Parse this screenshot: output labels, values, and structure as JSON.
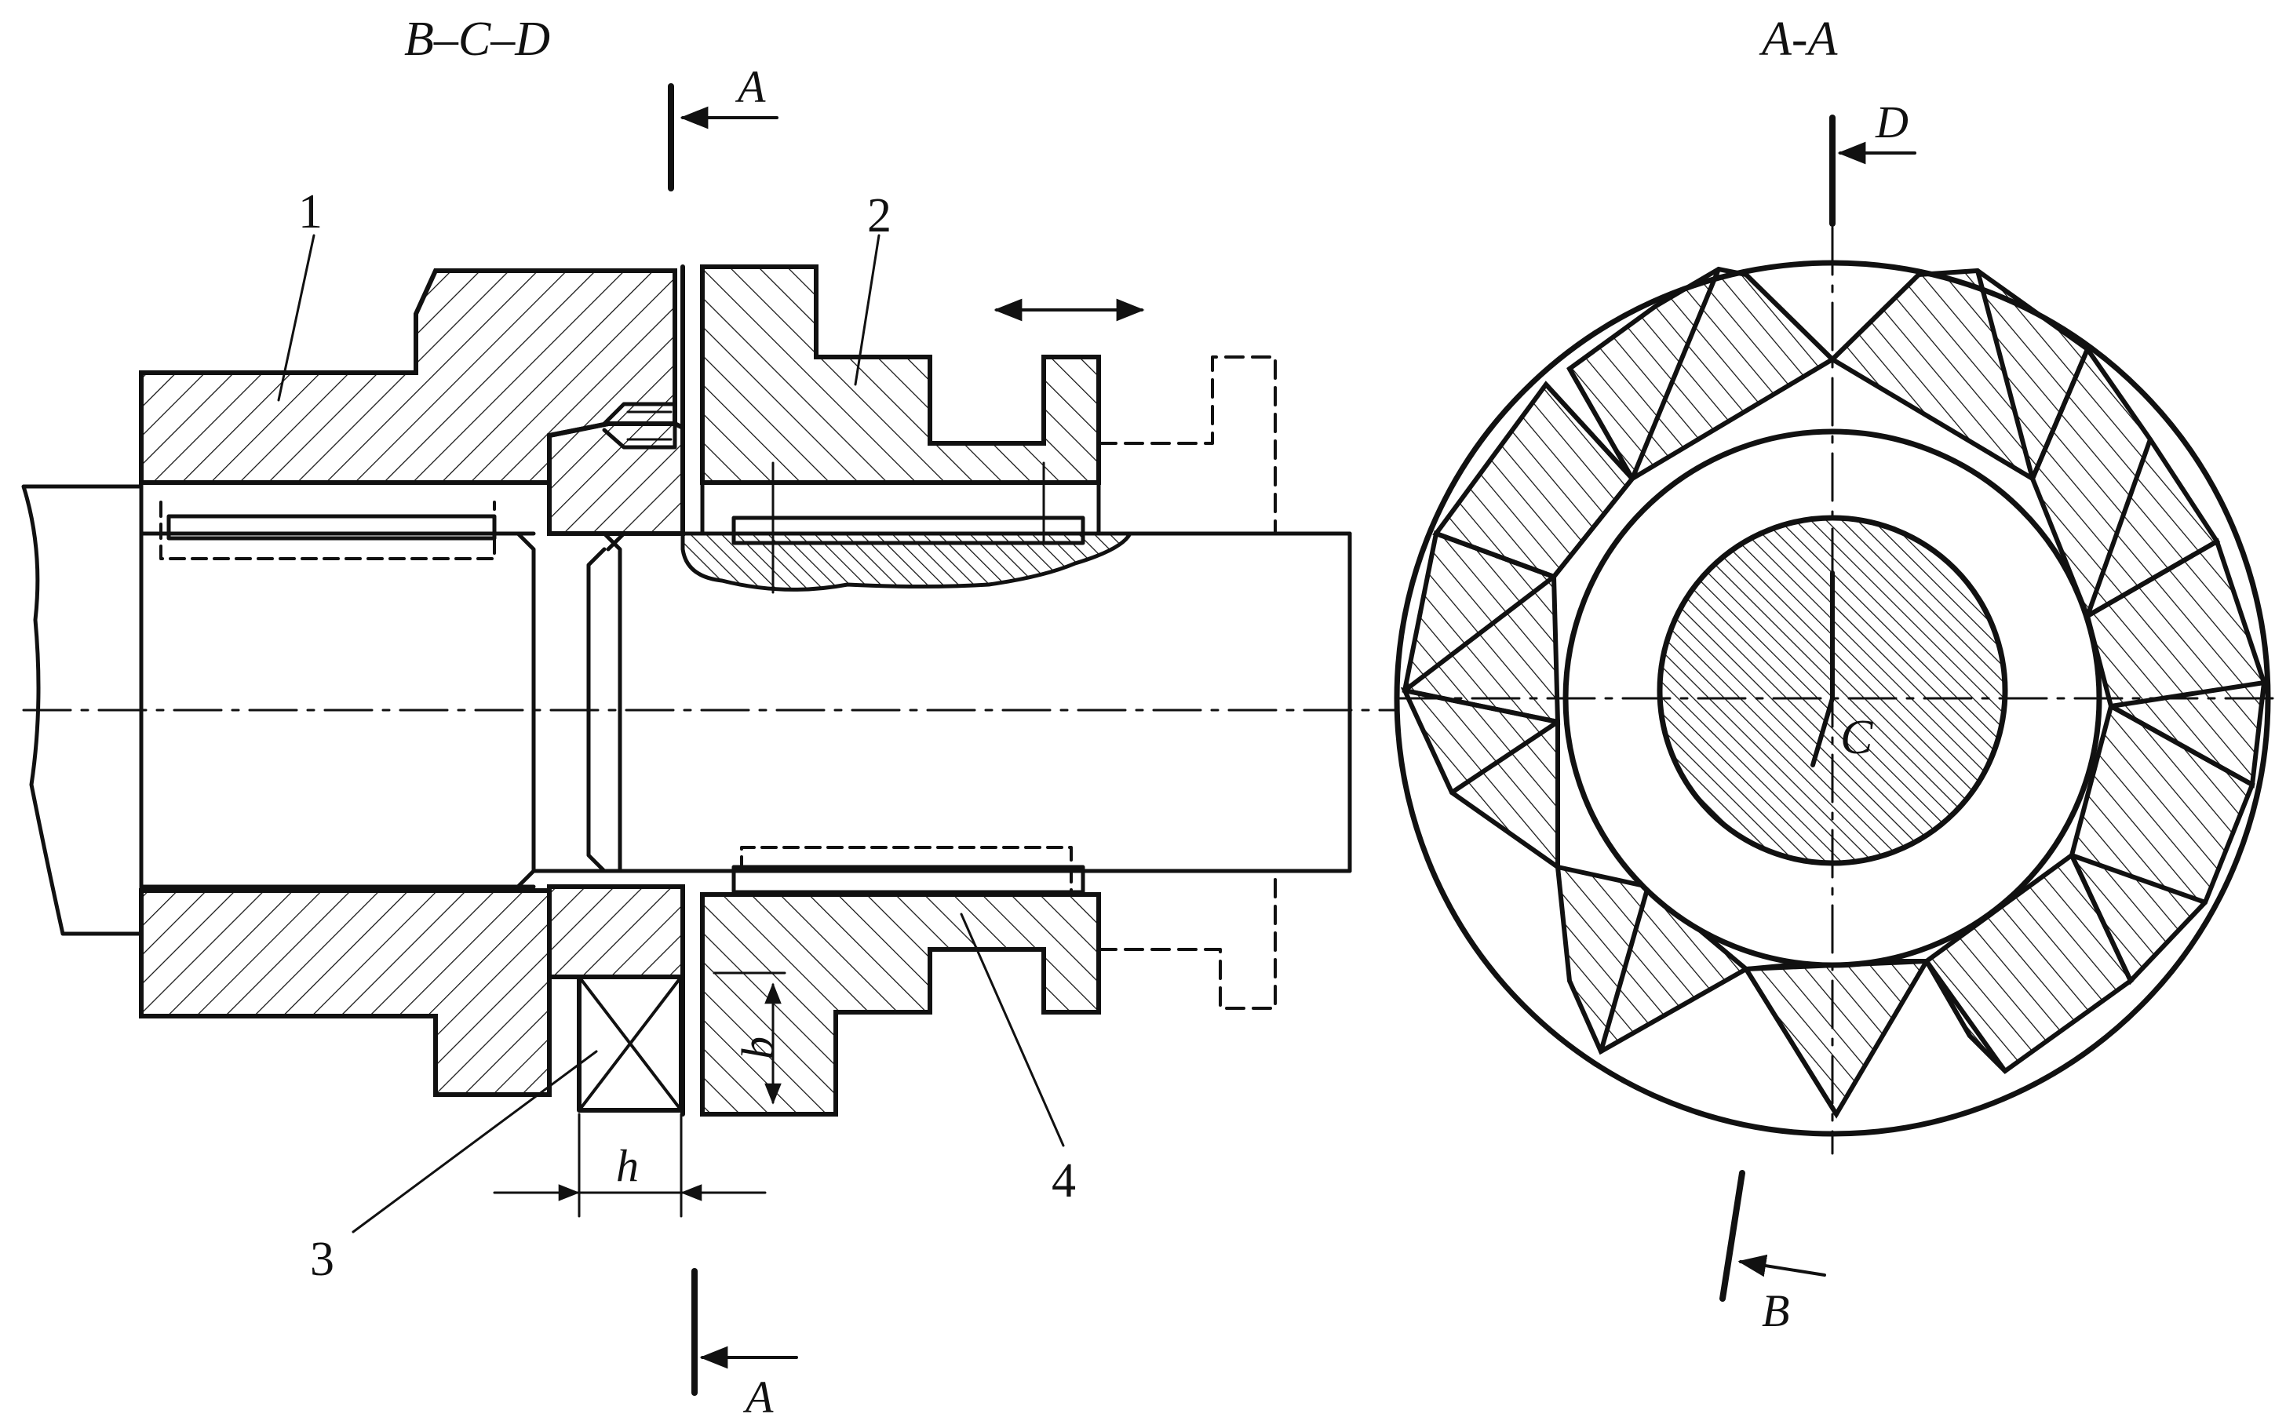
{
  "titles": {
    "left_view": "B–C–D",
    "right_view": "A-A"
  },
  "section_marks": {
    "a_top": "A",
    "a_bottom": "A",
    "d": "D",
    "b": "B",
    "c": "C"
  },
  "part_labels": [
    "1",
    "2",
    "3",
    "4"
  ],
  "dimensions": {
    "h": "h",
    "b": "b"
  },
  "colors": {
    "line": "#111111",
    "background": "#ffffff"
  }
}
